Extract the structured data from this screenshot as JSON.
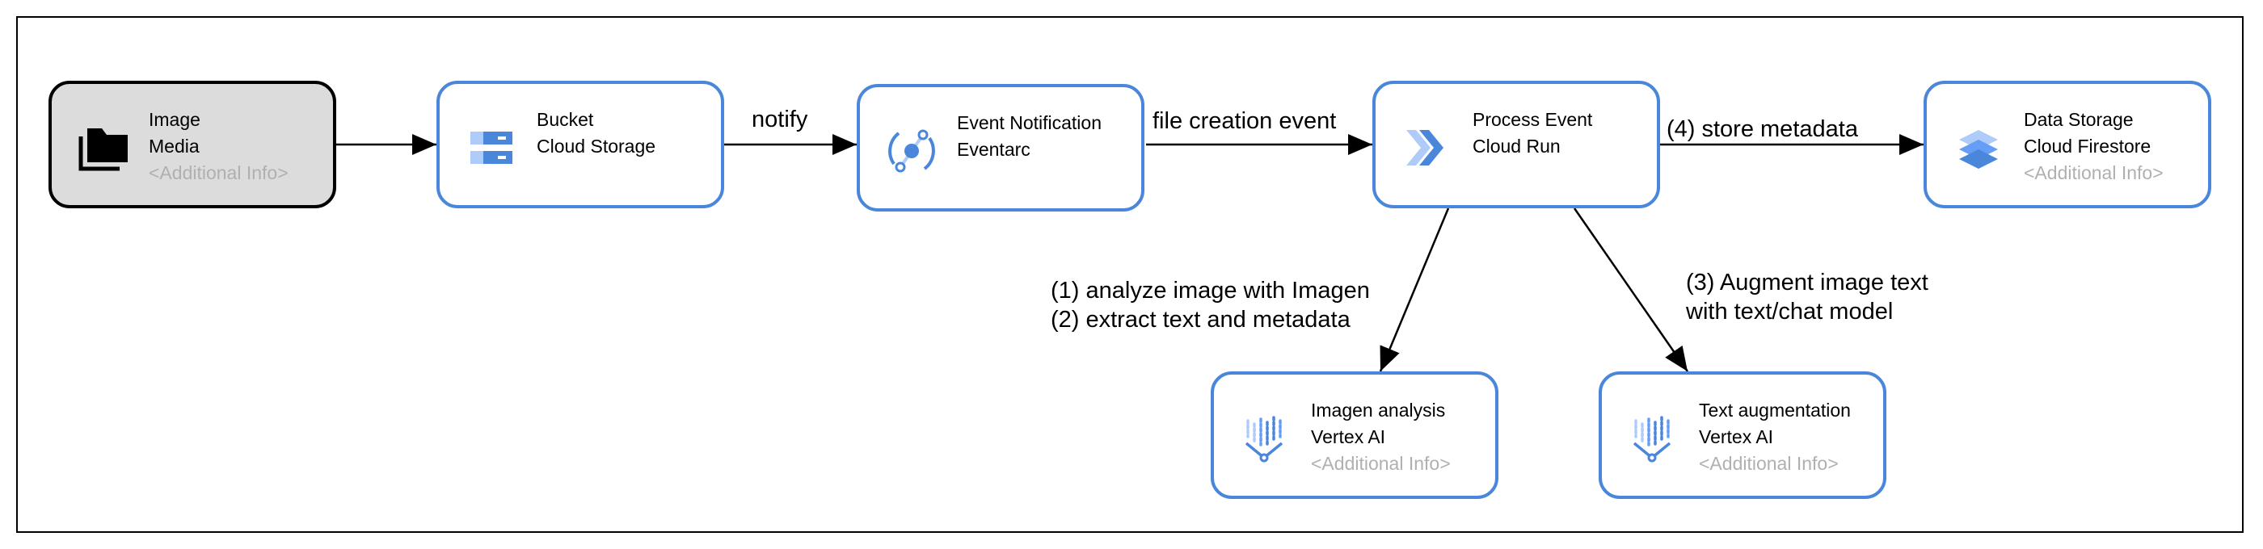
{
  "nodes": {
    "image_media": {
      "title": "Image",
      "subtitle": "Media",
      "extra": "<Additional Info>"
    },
    "bucket": {
      "title": "Bucket",
      "subtitle": "Cloud Storage"
    },
    "event_notification": {
      "title": "Event Notification",
      "subtitle": "Eventarc"
    },
    "process_event": {
      "title": "Process Event",
      "subtitle": "Cloud Run"
    },
    "data_storage": {
      "title": "Data Storage",
      "subtitle": "Cloud Firestore",
      "extra": "<Additional Info>"
    },
    "imagen_analysis": {
      "title": "Imagen analysis",
      "subtitle": "Vertex AI",
      "extra": "<Additional Info>"
    },
    "text_augmentation": {
      "title": "Text augmentation",
      "subtitle": "Vertex AI",
      "extra": "<Additional Info>"
    }
  },
  "edges": {
    "notify": "notify",
    "file_creation": "file creation event",
    "store_metadata": "(4) store metadata",
    "analyze_line1": "(1) analyze image with Imagen",
    "analyze_line2": "(2) extract text and metadata",
    "augment_line1": "(3) Augment image text",
    "augment_line2": "with text/chat model"
  },
  "colors": {
    "accent_border": "#4a86d9",
    "icon_blue": "#4a86d9",
    "icon_light_blue": "#aecbfa",
    "source_fill": "#dcdcdc"
  },
  "icons": {
    "image_media": "folder-icon",
    "bucket": "cloud-storage-icon",
    "event_notification": "eventarc-icon",
    "process_event": "cloud-run-icon",
    "data_storage": "firestore-icon",
    "imagen_analysis": "vertex-ai-icon",
    "text_augmentation": "vertex-ai-icon"
  }
}
